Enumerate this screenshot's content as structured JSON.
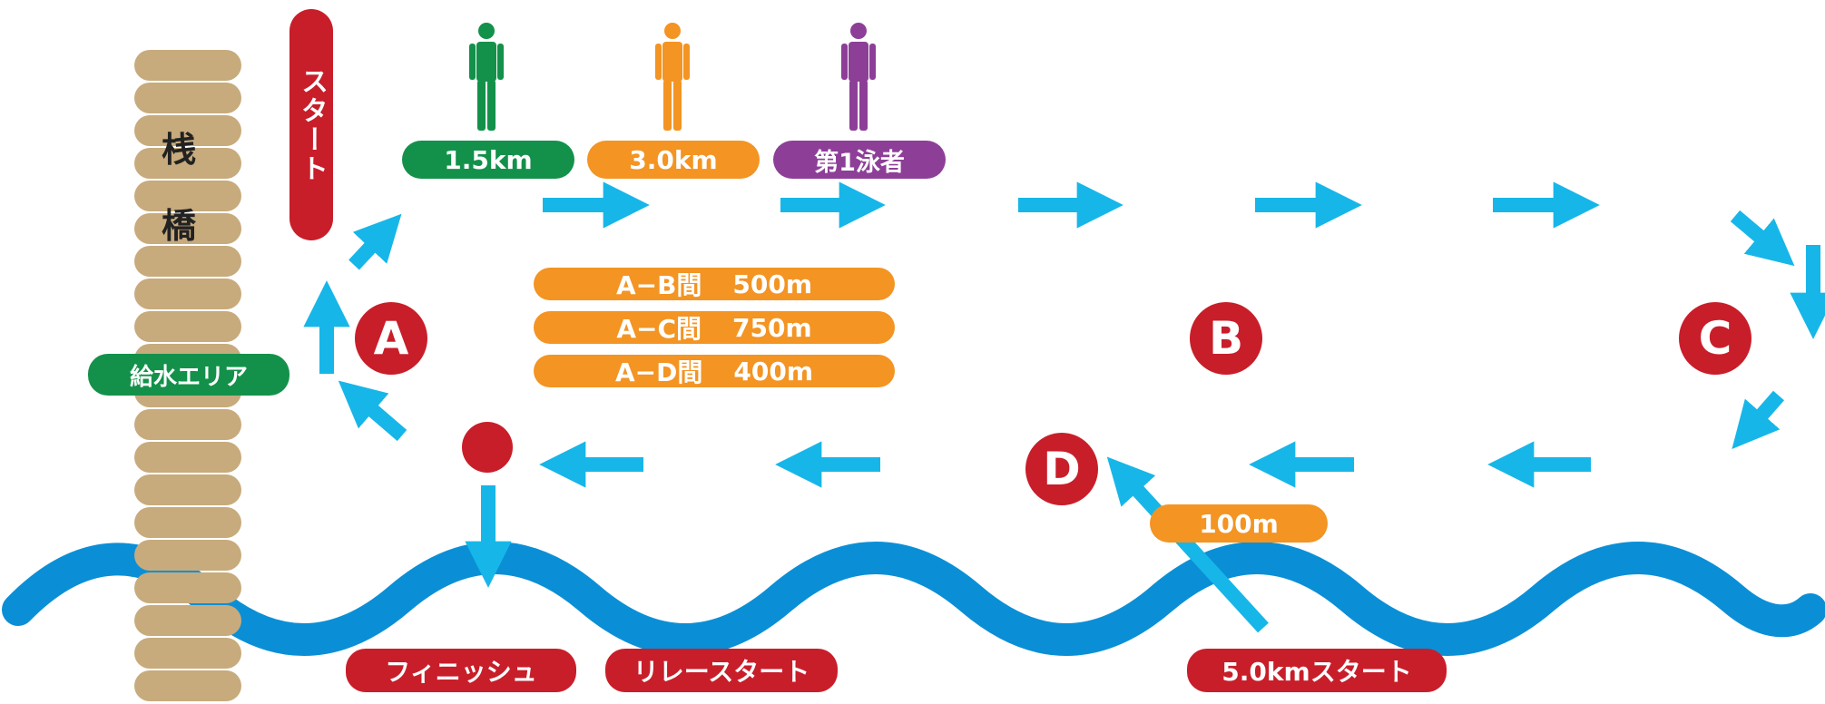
{
  "pier": {
    "char1": "桟",
    "char2": "橋"
  },
  "labels": {
    "start": "スタート",
    "water_station": "給水エリア",
    "finish": "フィニッシュ",
    "relay_start": "リレースタート",
    "start_5km": "5.0kmスタート",
    "d_offset": "100m"
  },
  "swimmers": [
    {
      "label": "1.5km",
      "color": "#13914a"
    },
    {
      "label": "3.0km",
      "color": "#f39423"
    },
    {
      "label": "第1泳者",
      "color": "#8d3f97"
    }
  ],
  "distances": [
    {
      "segment": "A−B間",
      "value": "500m"
    },
    {
      "segment": "A−C間",
      "value": "750m"
    },
    {
      "segment": "A−D間",
      "value": "400m"
    }
  ],
  "buoys": {
    "a": "A",
    "b": "B",
    "c": "C",
    "d": "D"
  },
  "colors": {
    "red": "#c81e2a",
    "green": "#13914a",
    "orange": "#f39423",
    "purple": "#8d3f97",
    "arrow": "#17b6e8",
    "water": "#0a8fd6",
    "pier": "#c7ab7d"
  }
}
